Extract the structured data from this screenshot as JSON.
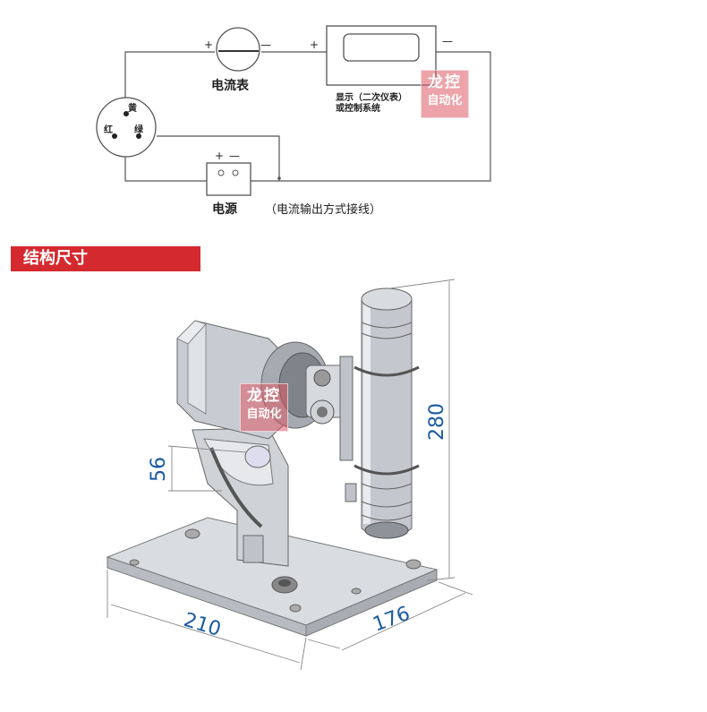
{
  "wiring": {
    "ammeter_label": "电流表",
    "display_label_line1": "显示（二次仪表）",
    "display_label_line2": "或控制系统",
    "power_label": "电源",
    "output_mode_label": "（电流输出方式接线）",
    "plus": "+",
    "minus": "—",
    "terminal_yellow": "黄",
    "terminal_red": "红",
    "terminal_green": "绿"
  },
  "section": {
    "title": "结构尺寸"
  },
  "watermark": {
    "line1": "龙控",
    "line2": "自动化"
  },
  "dimensions": {
    "height": "280",
    "axis_height": "56",
    "length": "210",
    "width": "176"
  },
  "colors": {
    "section_bar": "#d42a2f",
    "dimension_text": "#1a5aa0"
  }
}
